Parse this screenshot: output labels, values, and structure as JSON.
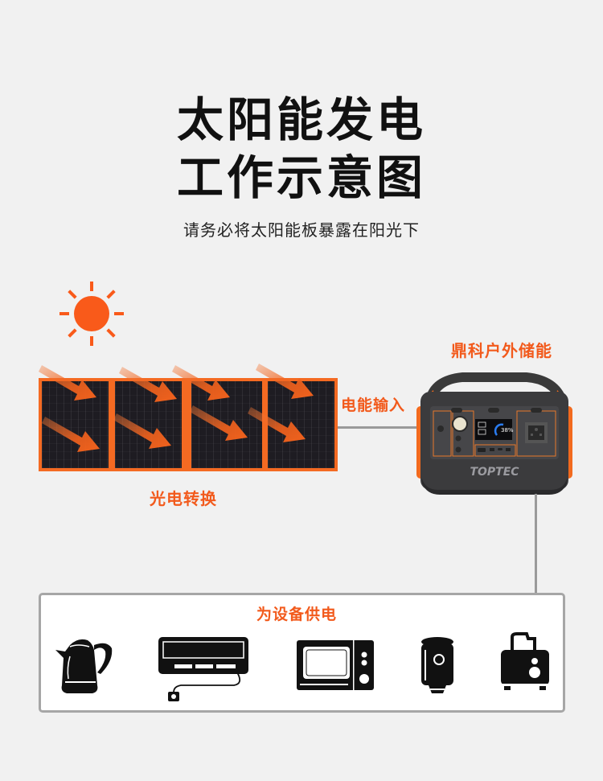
{
  "header": {
    "title_line1": "太阳能发电",
    "title_line2": "工作示意图",
    "subtitle": "请务必将太阳能板暴露在阳光下"
  },
  "diagram": {
    "sun_icon": "sun-icon",
    "solar_panel": {
      "panel_count": 4,
      "label": "光电转换"
    },
    "connection_label": "电能输入",
    "power_station": {
      "title": "鼎科户外储能",
      "brand": "TOPTEC",
      "display_percent": "38%"
    },
    "devices_box": {
      "title": "为设备供电",
      "devices": [
        {
          "icon": "kettle-icon"
        },
        {
          "icon": "air-conditioner-icon"
        },
        {
          "icon": "microwave-icon"
        },
        {
          "icon": "humidifier-icon"
        },
        {
          "icon": "toaster-icon"
        }
      ]
    }
  },
  "colors": {
    "accent": "#f25a1c",
    "background": "#f1f1f1",
    "connector": "#9a9a9a",
    "title": "#111111"
  }
}
